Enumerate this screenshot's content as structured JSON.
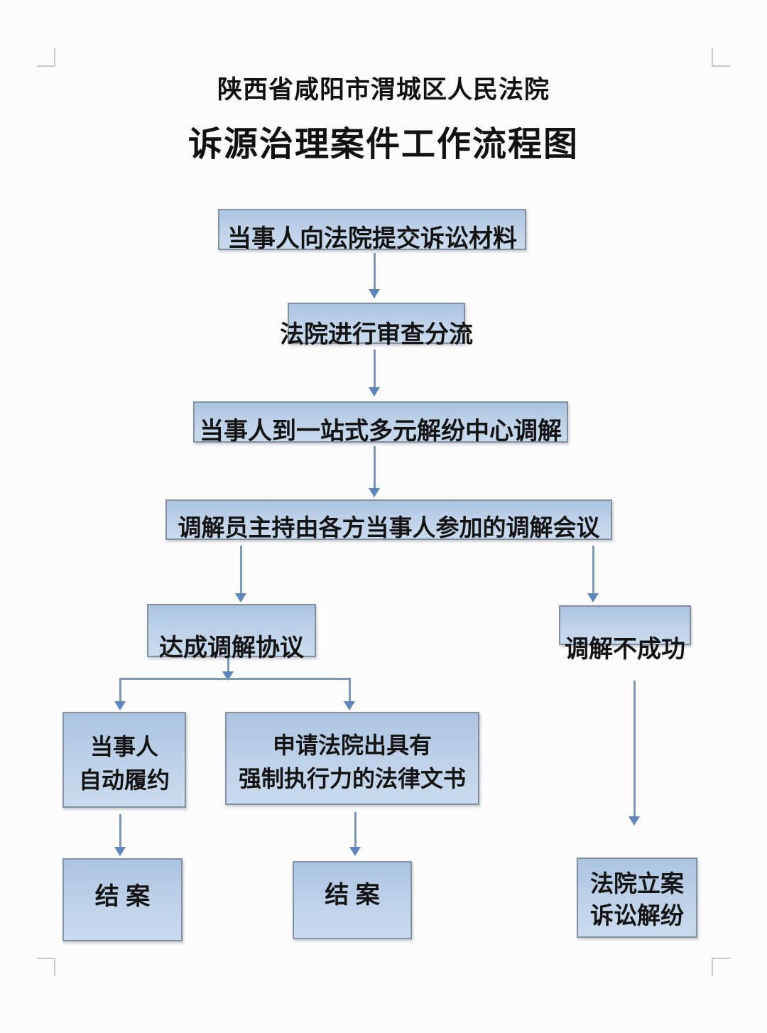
{
  "header": {
    "org_title": "陕西省咸阳市渭城区人民法院",
    "chart_title": "诉源治理案件工作流程图"
  },
  "nodes": {
    "submit": {
      "label": "当事人向法院提交诉讼材料"
    },
    "review": {
      "label": "法院进行审查分流"
    },
    "center": {
      "label": "当事人到一站式多元解纷中心调解"
    },
    "meeting": {
      "label": "调解员主持由各方当事人参加的调解会议"
    },
    "agreement": {
      "label": "达成调解协议"
    },
    "fail": {
      "label": "调解不成功"
    },
    "perform": {
      "line1": "当事人",
      "line2": "自动履约"
    },
    "apply": {
      "line1": "申请法院出具有",
      "line2": "强制执行力的法律文书"
    },
    "close_left": {
      "label": "结  案"
    },
    "close_mid": {
      "label": "结  案"
    },
    "filing": {
      "line1": "法院立案",
      "line2": "诉讼解纷"
    }
  },
  "colors": {
    "box_fill_top": "#aac4e0",
    "box_fill_bottom": "#c9dbee",
    "box_border": "#84909f",
    "arrow_line": "#7e96b6",
    "arrow_head": "#5f86ba",
    "text": "#141414",
    "crop_mark": "#c9c9c9",
    "page_bg": "#fcfcfc"
  }
}
